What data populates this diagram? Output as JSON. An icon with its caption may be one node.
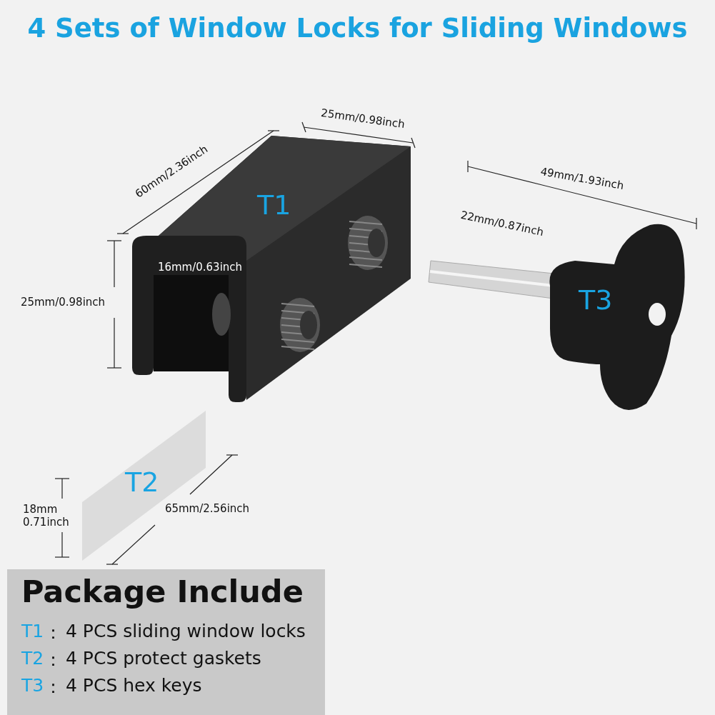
{
  "diagram": {
    "title": "4 Sets of Window Locks for Sliding Windows",
    "nodes": [
      {
        "text": [
          "T1"
        ]
      },
      {
        "text": [
          "T2"
        ]
      },
      {
        "text": [
          "T3"
        ]
      },
      {
        "text": [
          "Package Include",
          "T1",
          "：",
          "4 PCS sliding window locks",
          "T2",
          "：",
          "4 PCS protect gaskets",
          "T3",
          "：",
          "4 PCS hex keys"
        ]
      }
    ],
    "edges": [],
    "labels": [
      "25mm/0.98inch",
      "60mm/2.36inch",
      "16mm/0.63inch",
      "25mm/0.98inch",
      "49mm/1.93inch",
      "22mm/0.87inch",
      "18mm 0.71inch",
      "65mm/2.56inch"
    ]
  }
}
